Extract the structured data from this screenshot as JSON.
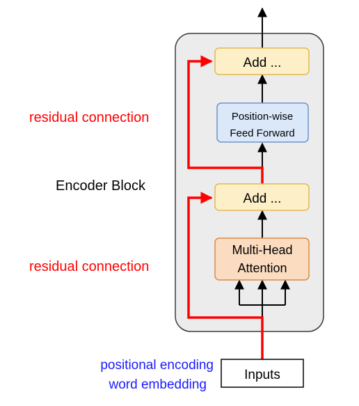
{
  "encoder_block_label": "Encoder Block",
  "residual_label_top": "residual connection",
  "residual_label_bottom": "residual connection",
  "input_annotation": {
    "line1": "positional encoding",
    "line2": "word embedding"
  },
  "boxes": {
    "add_top": "Add ...",
    "ffn_line1": "Position-wise",
    "ffn_line2": "Feed Forward",
    "add_bottom": "Add ...",
    "mha_line1": "Multi-Head",
    "mha_line2": "Attention",
    "inputs": "Inputs"
  },
  "colors": {
    "residual": "#ff0000",
    "annotation_blue": "#1a1aff",
    "block_bg": "#ececec",
    "add_fill": "#fdf0c8",
    "add_stroke": "#e3b84f",
    "ffn_fill": "#dbe8fa",
    "ffn_stroke": "#6c93cf",
    "mha_fill": "#fbdcc0",
    "mha_stroke": "#d88c46"
  }
}
